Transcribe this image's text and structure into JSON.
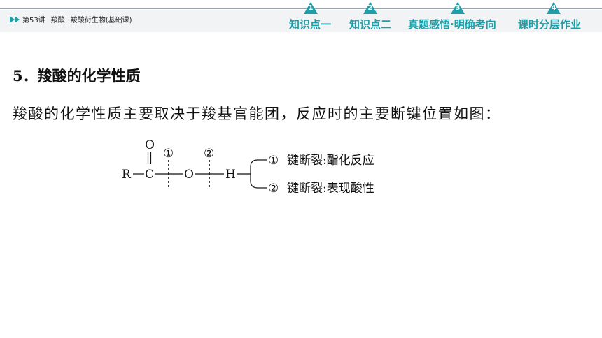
{
  "header": {
    "breadcrumb": {
      "lecture": "第53讲",
      "topic": "羧酸",
      "subtitle": "羧酸衍生物(基础课)"
    },
    "tabs": [
      {
        "number": "1",
        "label": "知识点一"
      },
      {
        "number": "2",
        "label": "知识点二"
      },
      {
        "number": "3",
        "label": "真题感悟·明确考向"
      },
      {
        "number": "4",
        "label": "课时分层作业"
      }
    ],
    "accent_color": "#1f9ea8"
  },
  "content": {
    "section_title": "5．羧酸的化学性质",
    "paragraph": "羧酸的化学性质主要取决于羧基官能团，反应时的主要断键位置如图："
  },
  "diagram": {
    "atom_R": "R",
    "atom_C": "C",
    "atom_O_top": "O",
    "atom_O_mid": "O",
    "atom_H": "H",
    "break1_marker": "①",
    "break2_marker": "②",
    "bracket1_marker": "①",
    "bracket1_text": "键断裂:酯化反应",
    "bracket2_marker": "②",
    "bracket2_text": "键断裂:表现酸性"
  }
}
